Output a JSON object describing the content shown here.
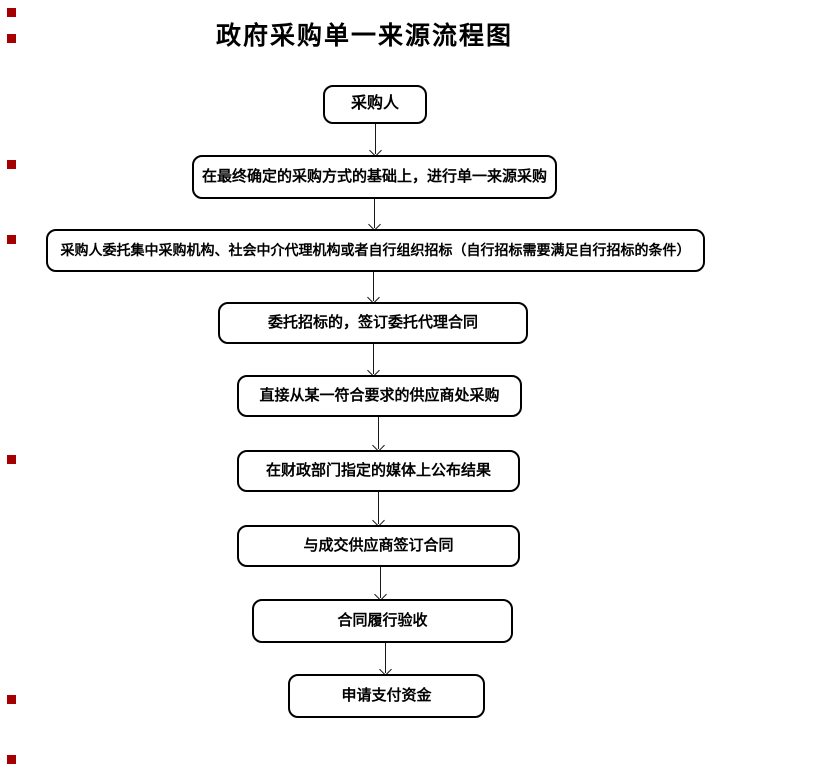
{
  "title": "政府采购单一来源流程图",
  "flowchart": {
    "type": "flowchart",
    "direction": "top-down",
    "nodes": [
      {
        "label": "采购人"
      },
      {
        "label": "在最终确定的采购方式的基础上，进行单一来源采购"
      },
      {
        "label": "采购人委托集中采购机构、社会中介代理机构或者自行组织招标（自行招标需要满足自行招标的条件）"
      },
      {
        "label": "委托招标的，签订委托代理合同"
      },
      {
        "label": "直接从某一符合要求的供应商处采购"
      },
      {
        "label": "在财政部门指定的媒体上公布结果"
      },
      {
        "label": "与成交供应商签订合同"
      },
      {
        "label": "合同履行验收"
      },
      {
        "label": "申请支付资金"
      }
    ],
    "edges": [
      [
        0,
        1
      ],
      [
        1,
        2
      ],
      [
        2,
        3
      ],
      [
        3,
        4
      ],
      [
        4,
        5
      ],
      [
        5,
        6
      ],
      [
        6,
        7
      ],
      [
        7,
        8
      ]
    ]
  },
  "colors": {
    "background": "#ffffff",
    "box-border": "#000000",
    "line-black": "#1a1a1a",
    "marker-red": "#a40000"
  }
}
